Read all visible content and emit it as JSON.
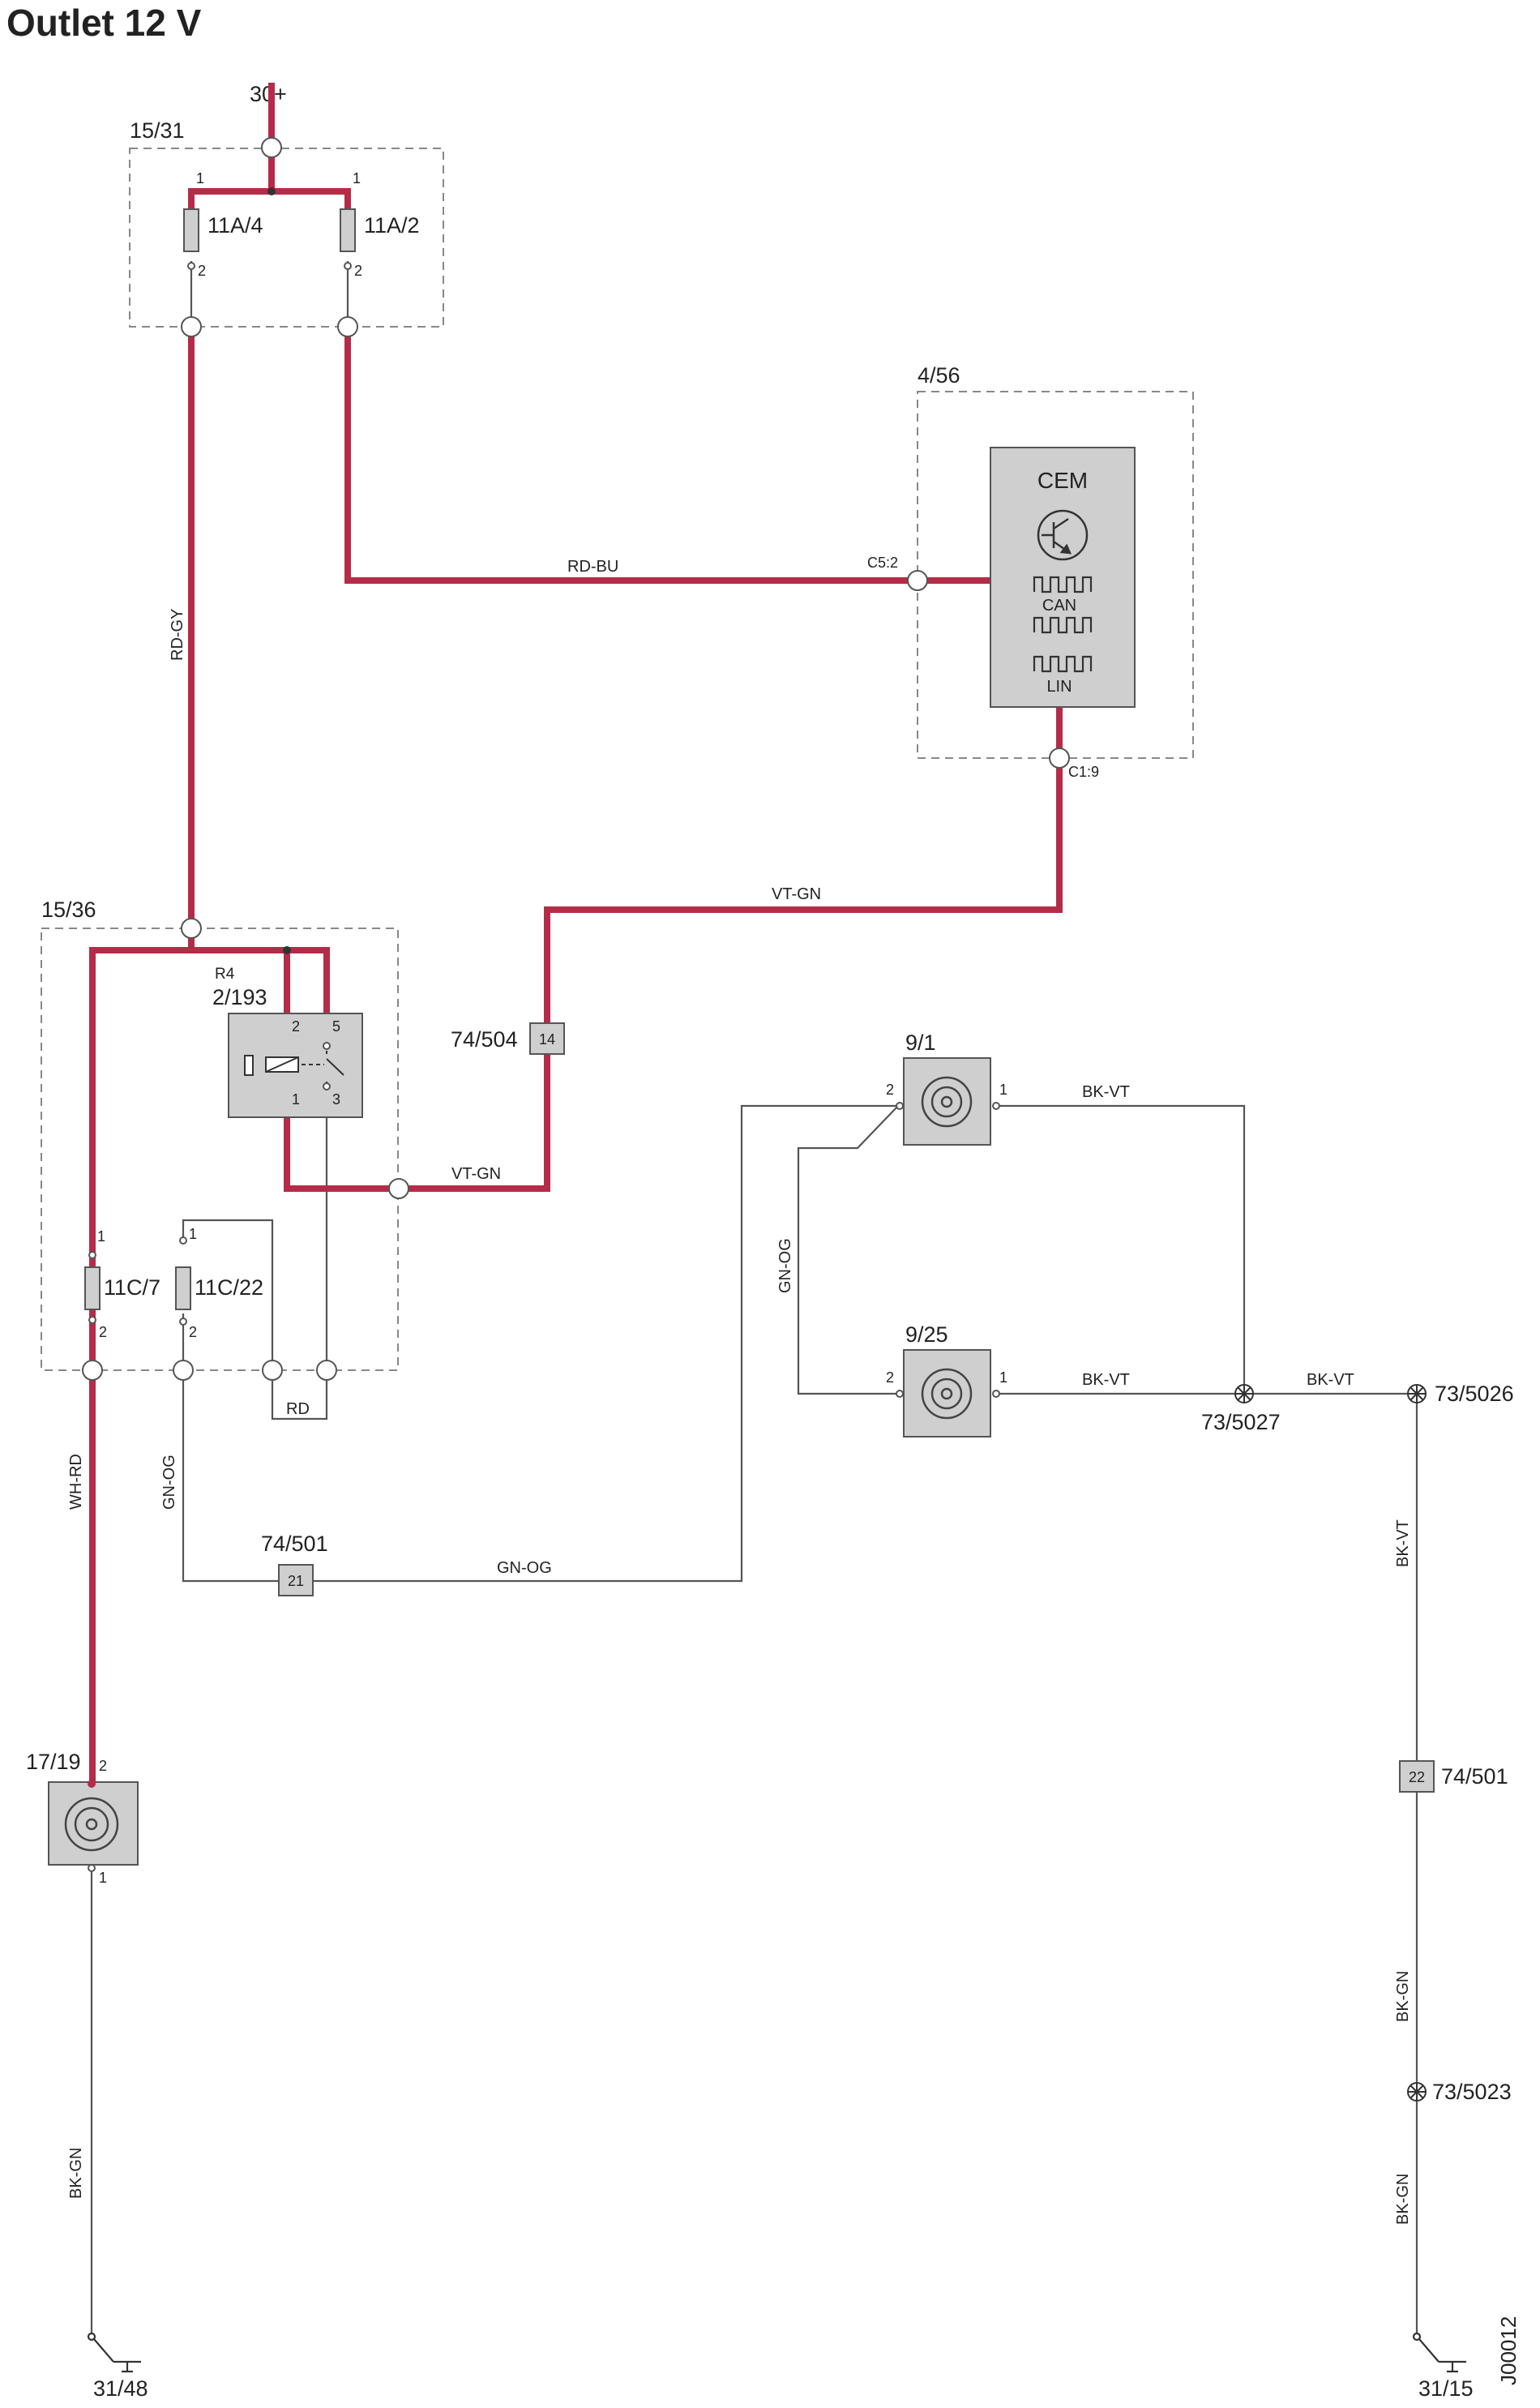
{
  "title": "Outlet 12 V",
  "doc_id": "J00012",
  "supply": "30+",
  "colors": {
    "power_wire": "#b52c48",
    "signal_wire": "#555555",
    "component_fill": "#cfcfcf",
    "frame": "#888888"
  },
  "components": {
    "fuse_box_a": {
      "ref": "15/31",
      "fuse1": "11A/4",
      "fuse2": "11A/2"
    },
    "cem_box": {
      "ref": "4/56",
      "name": "CEM",
      "can": "CAN",
      "lin": "LIN",
      "pin_in": "C5:2",
      "pin_out": "C1:9"
    },
    "fuse_box_b": {
      "ref": "15/36",
      "relay_tag": "R4",
      "relay": "2/193",
      "fuse1": "11C/7",
      "fuse2": "11C/22"
    },
    "connector_504": {
      "ref": "74/504",
      "pin": "14"
    },
    "connector_501a": {
      "ref": "74/501",
      "pin": "21"
    },
    "connector_501b": {
      "ref": "74/501",
      "pin": "22"
    },
    "outlet_front": {
      "ref": "9/1"
    },
    "outlet_rear": {
      "ref": "9/25"
    },
    "outlet_main": {
      "ref": "17/19"
    },
    "splice_5027": {
      "ref": "73/5027"
    },
    "splice_5026": {
      "ref": "73/5026"
    },
    "splice_5023": {
      "ref": "73/5023"
    },
    "ground_left": {
      "ref": "31/48"
    },
    "ground_right": {
      "ref": "31/15"
    }
  },
  "wires": {
    "rd_bu": "RD-BU",
    "rd_gy": "RD-GY",
    "vt_gn_top": "VT-GN",
    "vt_gn_bottom": "VT-GN",
    "rd": "RD",
    "wh_rd": "WH-RD",
    "gn_og_left": "GN-OG",
    "gn_og_bottom": "GN-OG",
    "gn_og_mid": "GN-OG",
    "bk_vt_top": "BK-VT",
    "bk_vt_mid": "BK-VT",
    "bk_vt_right": "BK-VT",
    "bk_vt_vertical": "BK-VT",
    "bk_gn_left": "BK-GN",
    "bk_gn_right_upper": "BK-GN",
    "bk_gn_right_lower": "BK-GN"
  },
  "pins": {
    "p1": "1",
    "p2": "2",
    "p3": "3",
    "p5": "5"
  }
}
